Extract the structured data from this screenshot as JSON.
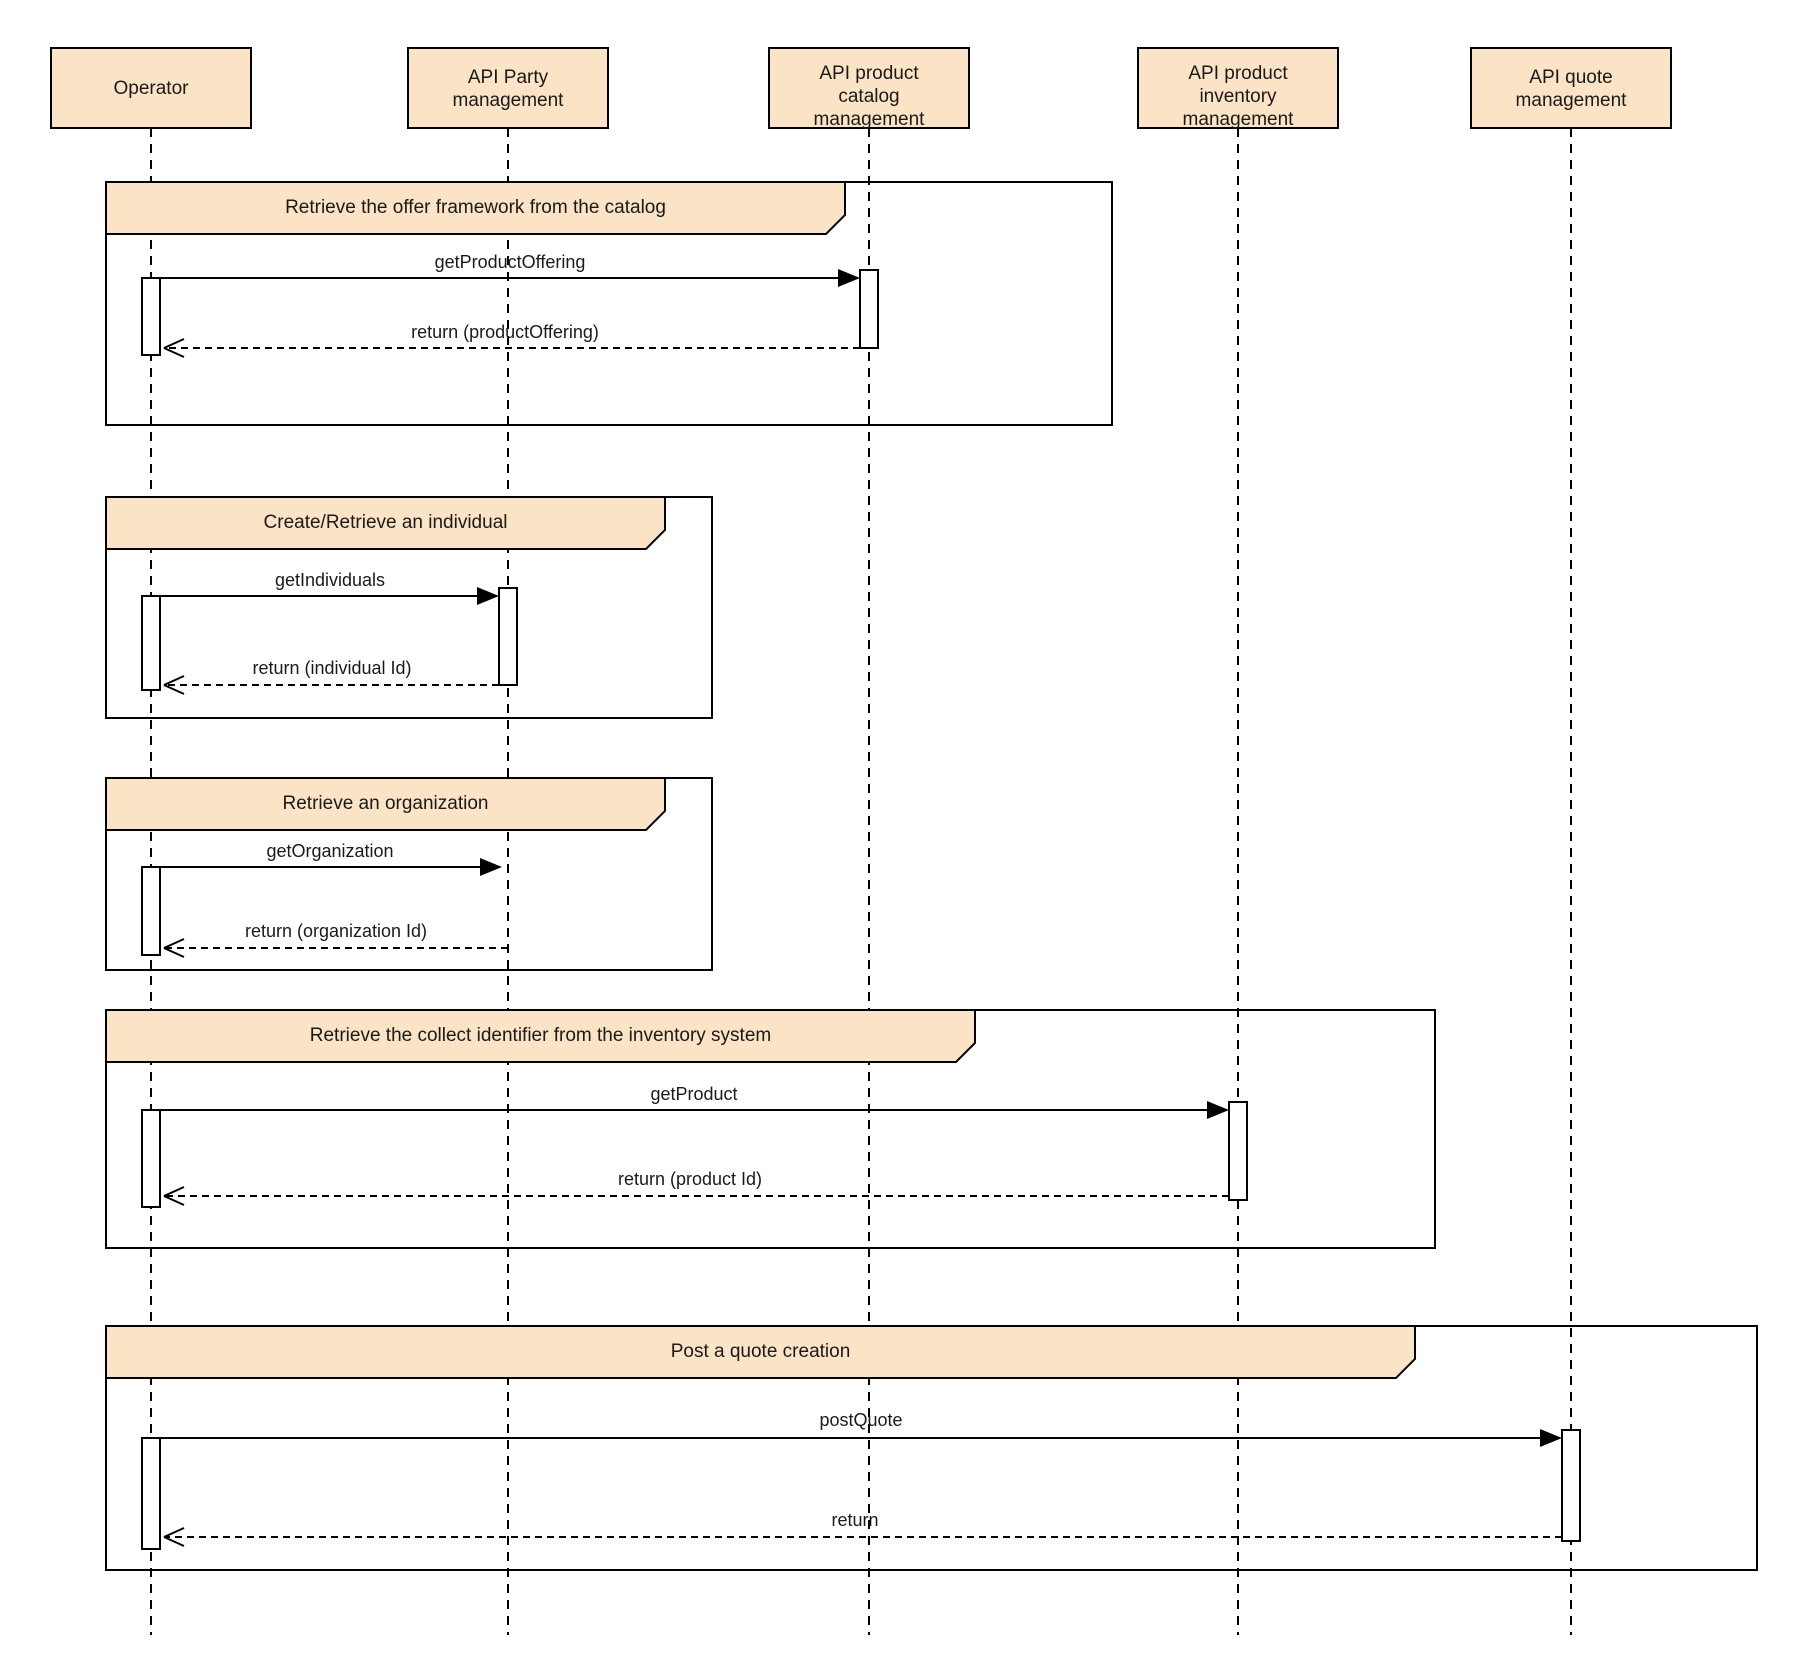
{
  "participants": [
    {
      "label": "Operator"
    },
    {
      "label": "API Party management"
    },
    {
      "label": "API product catalog management"
    },
    {
      "label": "API product inventory management"
    },
    {
      "label": "API quote management"
    }
  ],
  "fragments": [
    {
      "title": "Retrieve the offer framework from the catalog",
      "request": "getProductOffering",
      "response": "return (productOffering)"
    },
    {
      "title": "Create/Retrieve an individual",
      "request": "getIndividuals",
      "response": "return (individual Id)"
    },
    {
      "title": "Retrieve an organization",
      "request": "getOrganization",
      "response": "return (organization Id)"
    },
    {
      "title": "Retrieve the collect identifier from the inventory system",
      "request": "getProduct",
      "response": "return (product Id)"
    },
    {
      "title": "Post a quote creation",
      "request": "postQuote",
      "response": "return"
    }
  ],
  "colors": {
    "fill": "#FBE3C5",
    "border": "#000000"
  }
}
